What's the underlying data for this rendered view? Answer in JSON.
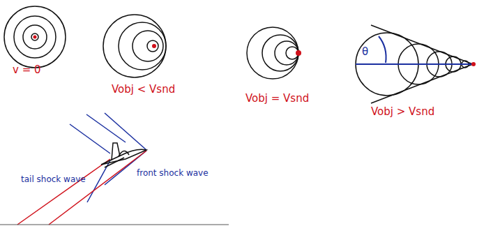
{
  "diagram": {
    "labels": [
      "v = 0",
      "Vobj < Vsnd",
      "Vobj = Vsnd",
      "Vobj > Vsnd",
      "θ",
      "tail shock wave",
      "front shock wave"
    ]
  }
}
